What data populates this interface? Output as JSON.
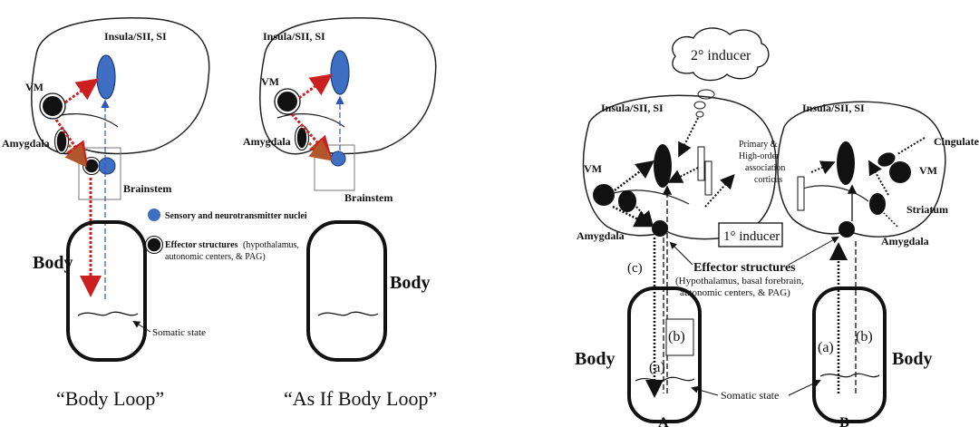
{
  "left_panel": {
    "regions": {
      "insula": "Insula/SII, SI",
      "vm": "VM",
      "amygdala": "Amygdala",
      "brainstem": "Brainstem",
      "body": "Body",
      "somatic_state": "Somatic state"
    },
    "legend": {
      "sensory": "Sensory and neurotransmitter nuclei",
      "effector": "Effector structures",
      "effector_detail_1": "(hypothalamus,",
      "effector_detail_2": "autonomic centers, & PAG)"
    },
    "titles": {
      "body_loop": "“Body Loop”",
      "as_if_body_loop": "“As If Body Loop”"
    },
    "right_brain": {
      "insula": "Insula/SII, SI",
      "vm": "VM",
      "amygdala": "Amygdala",
      "brainstem": "Brainstem",
      "body": "Body"
    }
  },
  "right_panel": {
    "secondary_inducer": "2° inducer",
    "primary_inducer": "1° inducer",
    "insula_a": "Insula/SII, SI",
    "insula_b": "Insula/SII, SI",
    "vm_a": "VM",
    "vm_b": "VM",
    "cingulate": "Cingulate",
    "association_1": "Primary &",
    "association_2": "High-order",
    "association_3": "association",
    "association_4": "cortices",
    "striatum": "Striatum",
    "amygdala_a": "Amygdala",
    "amygdala_b": "Amygdala",
    "effector_title": "Effector structures",
    "effector_1": "(Hypothalamus, basal forebrain,",
    "effector_2": "autonomic centers, & PAG)",
    "label_c": "(c)",
    "label_a_left": "(a)",
    "label_b_left": "(b)",
    "label_a_right": "(a)",
    "label_b_right": "(b)",
    "body_a": "Body",
    "body_b": "Body",
    "somatic_state": "Somatic state",
    "panel_a": "A",
    "panel_b": "B"
  },
  "colors": {
    "sensory_blue": "#3f6fc2",
    "effector_black": "#111111",
    "arrow_red": "#cc1f1f",
    "arrow_brown": "#b2572b",
    "arrow_blue": "#2f56b8"
  }
}
